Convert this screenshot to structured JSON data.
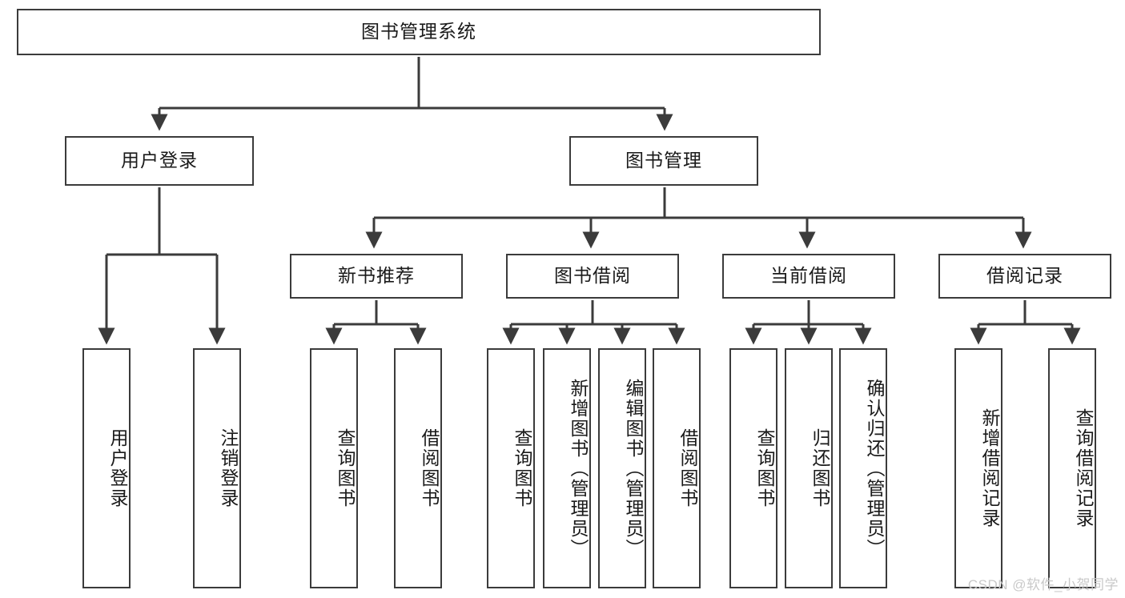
{
  "diagram": {
    "title": "图书管理系统",
    "type": "hierarchy-tree",
    "watermark": "CSDN @软件_小贺同学",
    "colors": {
      "box_border": "#3b3b3b",
      "box_fill": "#ffffff",
      "edge": "#3b3b3b",
      "text": "#1a1a1a",
      "watermark": "#c9c9c9"
    },
    "nodes": {
      "root": {
        "label": "图书管理系统",
        "level": 1,
        "orientation": "horizontal"
      },
      "l2": [
        {
          "id": "user-login",
          "label": "用户登录",
          "level": 2,
          "orientation": "horizontal"
        },
        {
          "id": "book-manage",
          "label": "图书管理",
          "level": 2,
          "orientation": "horizontal"
        }
      ],
      "l3": [
        {
          "id": "new-book-rec",
          "label": "新书推荐",
          "level": 3,
          "orientation": "horizontal"
        },
        {
          "id": "book-borrow",
          "label": "图书借阅",
          "level": 3,
          "orientation": "horizontal"
        },
        {
          "id": "current-borrow",
          "label": "当前借阅",
          "level": 3,
          "orientation": "horizontal"
        },
        {
          "id": "borrow-record",
          "label": "借阅记录",
          "level": 3,
          "orientation": "horizontal"
        }
      ],
      "leaves": [
        {
          "id": "leaf-user-login",
          "label": "用户登录",
          "parent": "user-login",
          "orientation": "vertical"
        },
        {
          "id": "leaf-user-logout",
          "label": "注销登录",
          "parent": "user-login",
          "orientation": "vertical"
        },
        {
          "id": "leaf-rec-query-book",
          "label": "查询图书",
          "parent": "new-book-rec",
          "orientation": "vertical"
        },
        {
          "id": "leaf-rec-borrow-book",
          "label": "借阅图书",
          "parent": "new-book-rec",
          "orientation": "vertical"
        },
        {
          "id": "leaf-borrow-query-book",
          "label": "查询图书",
          "parent": "book-borrow",
          "orientation": "vertical"
        },
        {
          "id": "leaf-borrow-add-book",
          "label": "新增图书（管理员）",
          "parent": "book-borrow",
          "orientation": "vertical"
        },
        {
          "id": "leaf-borrow-edit-book",
          "label": "编辑图书（管理员）",
          "parent": "book-borrow",
          "orientation": "vertical"
        },
        {
          "id": "leaf-borrow-borrow-book",
          "label": "借阅图书",
          "parent": "book-borrow",
          "orientation": "vertical"
        },
        {
          "id": "leaf-cur-query-book",
          "label": "查询图书",
          "parent": "current-borrow",
          "orientation": "vertical"
        },
        {
          "id": "leaf-cur-return-book",
          "label": "归还图书",
          "parent": "current-borrow",
          "orientation": "vertical"
        },
        {
          "id": "leaf-cur-confirm-return",
          "label": "确认归还（管理员）",
          "parent": "current-borrow",
          "orientation": "vertical"
        },
        {
          "id": "leaf-rec-add-record",
          "label": "新增借阅记录",
          "parent": "borrow-record",
          "orientation": "vertical"
        },
        {
          "id": "leaf-rec-query-record",
          "label": "查询借阅记录",
          "parent": "borrow-record",
          "orientation": "vertical"
        }
      ]
    }
  }
}
